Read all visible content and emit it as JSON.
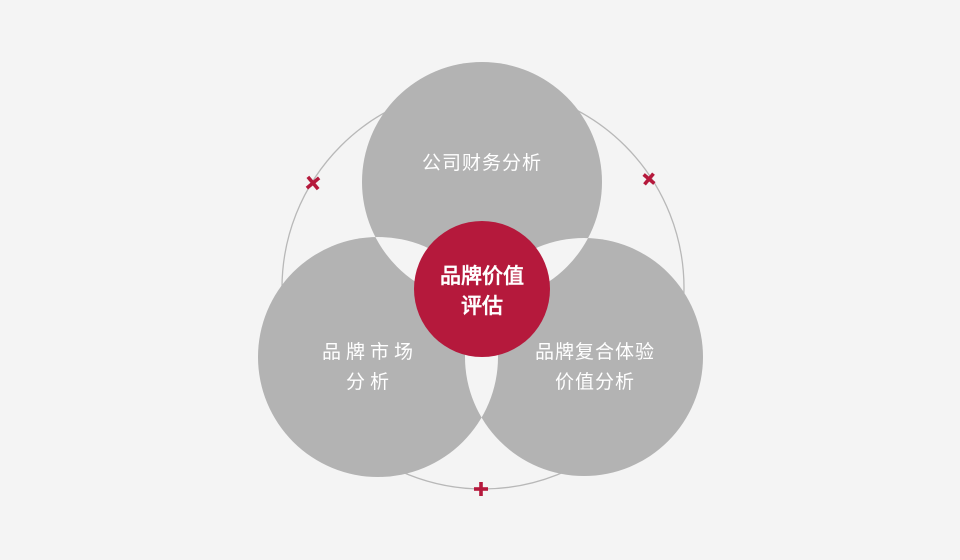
{
  "colors": {
    "background": "#f4f4f4",
    "circle_gray": "#b3b3b3",
    "accent_red": "#b5193c",
    "outline": "#b8b8b8",
    "text": "#ffffff"
  },
  "diagram": {
    "center": {
      "line1": "品牌价值",
      "line2": "评估"
    },
    "top": {
      "line1": "公司财务分析"
    },
    "left": {
      "line1": "品牌市场",
      "line2": "分析"
    },
    "right": {
      "line1": "品牌复合体验",
      "line2": "价值分析"
    },
    "markers": [
      "plus-icon",
      "plus-icon",
      "plus-icon"
    ]
  }
}
